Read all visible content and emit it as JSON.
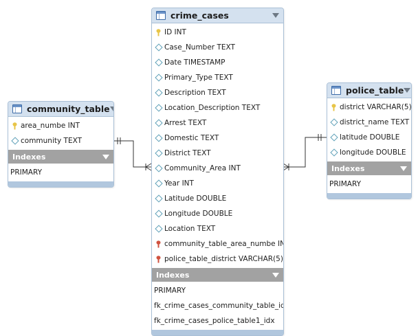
{
  "tables": {
    "crime_cases": {
      "name": "crime_cases",
      "columns": [
        {
          "label": "ID INT",
          "icon": "primary-key-icon"
        },
        {
          "label": "Case_Number TEXT",
          "icon": "column-icon"
        },
        {
          "label": "Date TIMESTAMP",
          "icon": "column-icon"
        },
        {
          "label": "Primary_Type TEXT",
          "icon": "column-icon"
        },
        {
          "label": "Description TEXT",
          "icon": "column-icon"
        },
        {
          "label": "Location_Description TEXT",
          "icon": "column-icon"
        },
        {
          "label": "Arrest TEXT",
          "icon": "column-icon"
        },
        {
          "label": "Domestic TEXT",
          "icon": "column-icon"
        },
        {
          "label": "District TEXT",
          "icon": "column-icon"
        },
        {
          "label": "Community_Area INT",
          "icon": "column-icon"
        },
        {
          "label": "Year INT",
          "icon": "column-icon"
        },
        {
          "label": "Latitude DOUBLE",
          "icon": "column-icon"
        },
        {
          "label": "Longitude DOUBLE",
          "icon": "column-icon"
        },
        {
          "label": "Location TEXT",
          "icon": "column-icon"
        },
        {
          "label": "community_table_area_numbe INT",
          "icon": "foreign-key-icon"
        },
        {
          "label": "police_table_district VARCHAR(5)",
          "icon": "foreign-key-icon"
        }
      ],
      "indexes_label": "Indexes",
      "indexes": [
        "PRIMARY",
        "fk_crime_cases_community_table_idx",
        "fk_crime_cases_police_table1_idx"
      ]
    },
    "community_table": {
      "name": "community_table",
      "columns": [
        {
          "label": "area_numbe INT",
          "icon": "primary-key-icon"
        },
        {
          "label": "community TEXT",
          "icon": "column-icon"
        }
      ],
      "indexes_label": "Indexes",
      "indexes": [
        "PRIMARY"
      ]
    },
    "police_table": {
      "name": "police_table",
      "columns": [
        {
          "label": "district VARCHAR(5)",
          "icon": "primary-key-icon"
        },
        {
          "label": "district_name TEXT",
          "icon": "column-icon"
        },
        {
          "label": "latitude DOUBLE",
          "icon": "column-icon"
        },
        {
          "label": "longitude DOUBLE",
          "icon": "column-icon"
        }
      ],
      "indexes_label": "Indexes",
      "indexes": [
        "PRIMARY"
      ]
    }
  },
  "relationships": [
    {
      "from": "community_table",
      "to": "crime_cases",
      "type": "one-to-many"
    },
    {
      "from": "police_table",
      "to": "crime_cases",
      "type": "one-to-many"
    }
  ],
  "colors": {
    "header_bg": "#d4e1ef",
    "border": "#a9bfd6",
    "indexes_bg": "#a2a2a2",
    "primary_key": "#e8c547",
    "foreign_key": "#d0523f",
    "column_marker": "#5fa0b8",
    "connector": "#333333"
  }
}
